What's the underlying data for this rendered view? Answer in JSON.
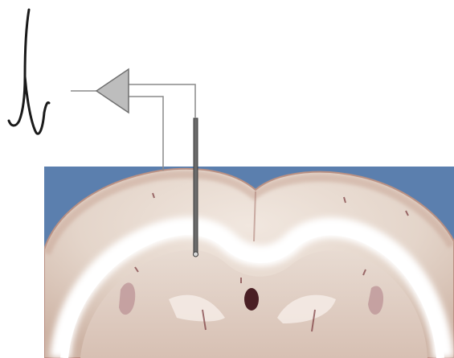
{
  "figure": {
    "elements": {
      "waveform": "spike-waveform",
      "amplifier": "amplifier-triangle",
      "electrode": "recording-electrode",
      "reference": "reference-wire",
      "tissue": "brain-slice-photo"
    },
    "colors": {
      "background": "#ffffff",
      "slice_backdrop": "#5b7fae",
      "tissue_base": "#e2d4c8",
      "tissue_highlight": "#ffffff",
      "electrode": "#6b6b6b",
      "amplifier_fill": "#bdbdbd",
      "wire": "#8a8a8a",
      "waveform": "#1a1a1a"
    }
  }
}
